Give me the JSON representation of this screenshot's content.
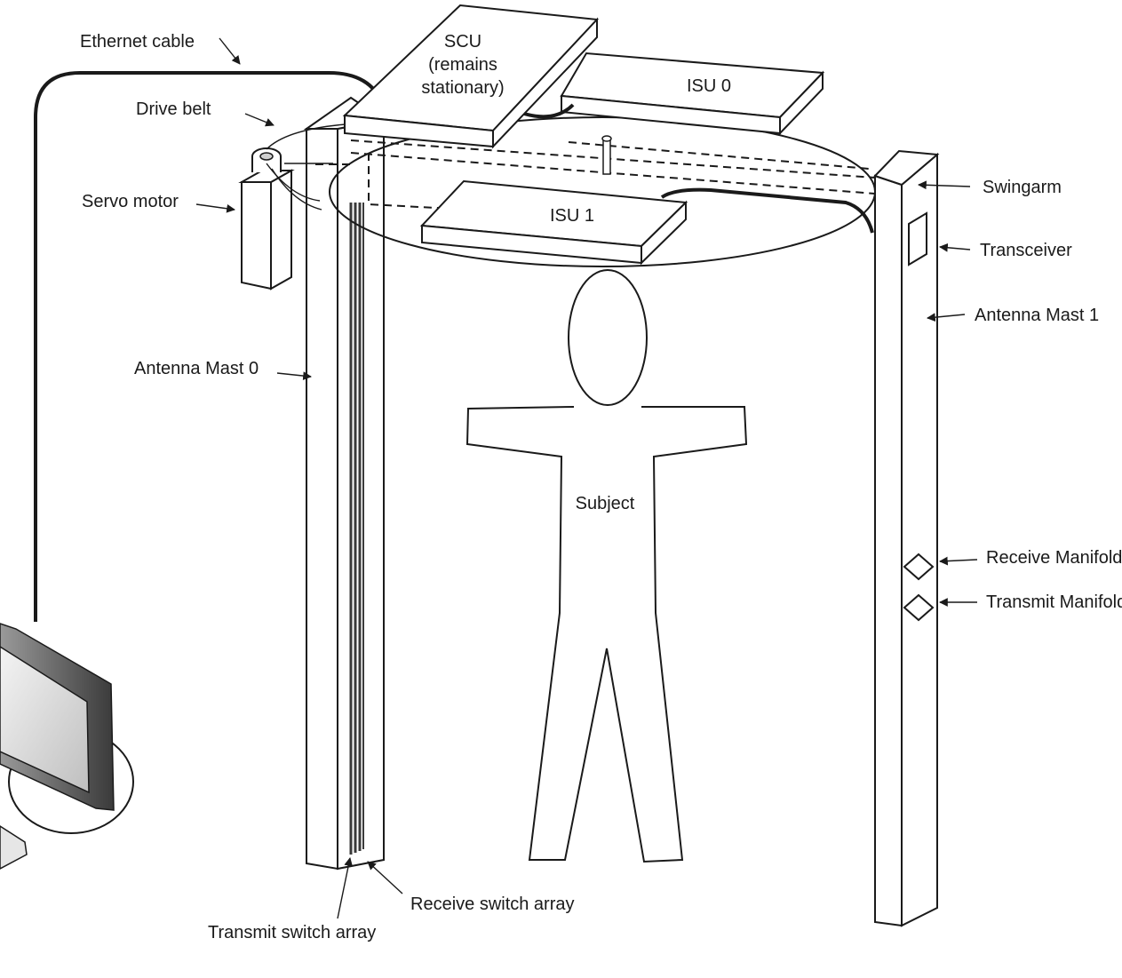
{
  "labels": {
    "ethernet_cable": "Ethernet cable",
    "drive_belt": "Drive belt",
    "servo_motor": "Servo motor",
    "antenna_mast_0": "Antenna Mast 0",
    "scu_line1": "SCU",
    "scu_line2": "(remains",
    "scu_line3": "stationary)",
    "isu_0": "ISU 0",
    "isu_1": "ISU 1",
    "swingarm": "Swingarm",
    "transceiver": "Transceiver",
    "antenna_mast_1": "Antenna Mast 1",
    "subject": "Subject",
    "receive_manifold": "Receive Manifold",
    "transmit_manifold": "Transmit Manifold",
    "receive_switch_array": "Receive switch array",
    "transmit_switch_array": "Transmit switch array"
  }
}
